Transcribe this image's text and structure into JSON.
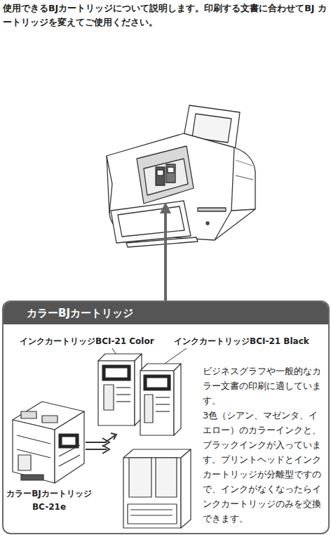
{
  "diagram": {
    "nodes": [
      {
        "text": [
          "カラーBJカートリッジ",
          "ビジネスグラフや一般的なカ ラー文書の印刷に適していま す。",
          "3色（シアン、マゼンタ、イ エロー）のカラーインクと、 ブラックインクが入っていま す。プリントヘッドとインク カートリッジが分離型ですの で、インクがなくなったらイ ンクカートリッジのみを交換 できます。"
        ]
      }
    ],
    "labels": [
      "使用できるBJカートリッジについて説明します。印刷する文書に合わせてBJ カートリッジを変えてご使用ください。",
      "インクカートリッジBCI-21 Color",
      "インクカートリッジBCI-21 Black",
      "カラーBJカートリッジ BC-21e"
    ]
  }
}
